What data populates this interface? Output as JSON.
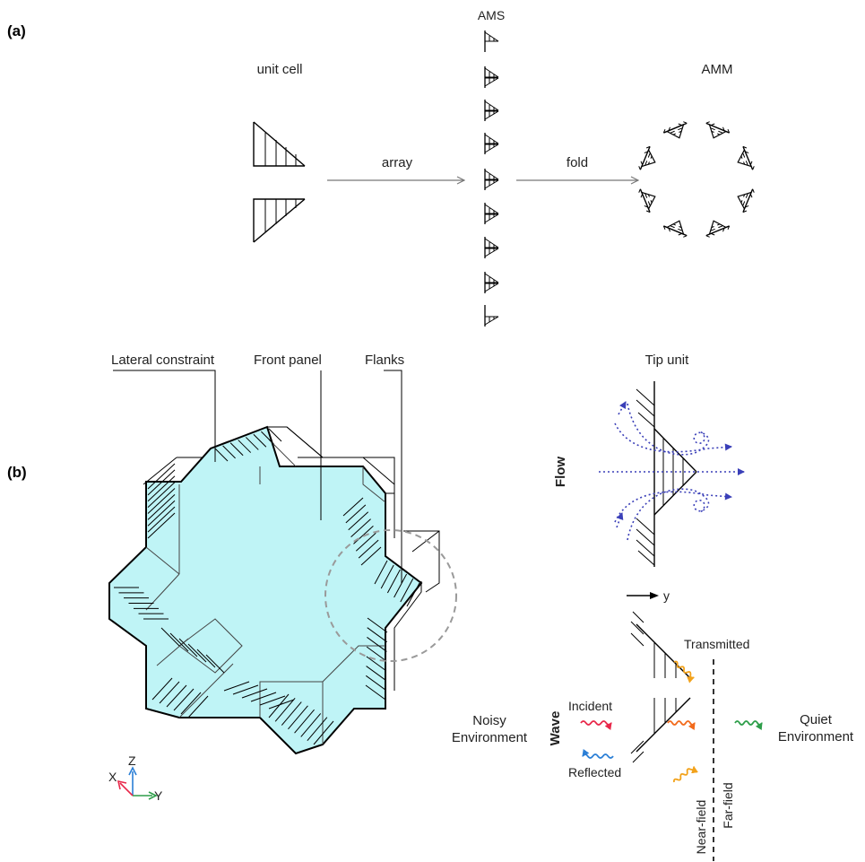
{
  "panel_labels": {
    "a": "(a)",
    "b": "(b)"
  },
  "panel_a": {
    "unit_cell": "unit cell",
    "ams": "AMS",
    "amm": "AMM",
    "array": "array",
    "fold": "fold"
  },
  "panel_b": {
    "callouts": {
      "lateral": "Lateral constraint",
      "front": "Front panel",
      "flanks": "Flanks"
    },
    "axes": {
      "z": "Z",
      "x": "X",
      "y": "Y"
    },
    "tip_unit": "Tip unit",
    "flow": "Flow",
    "direction": "y",
    "wave": "Wave",
    "transmitted": "Transmitted",
    "incident": "Incident",
    "reflected": "Reflected",
    "noisy_1": "Noisy",
    "noisy_2": "Environment",
    "quiet_1": "Quiet",
    "quiet_2": "Environment",
    "near_field": "Near-field",
    "far_field": "Far-field"
  },
  "colors": {
    "panel_fill": "#bff4f6",
    "flow_lines": "#3a3fb8",
    "incident": "#e8284a",
    "reflected": "#2b7fd6",
    "transmitted": "#f2a21b",
    "transmitted_center": "#f26a1b",
    "quiet": "#2e9e4a",
    "axis_z": "#2b7fd6",
    "axis_x": "#e8284a",
    "axis_y": "#2e9e4a"
  }
}
